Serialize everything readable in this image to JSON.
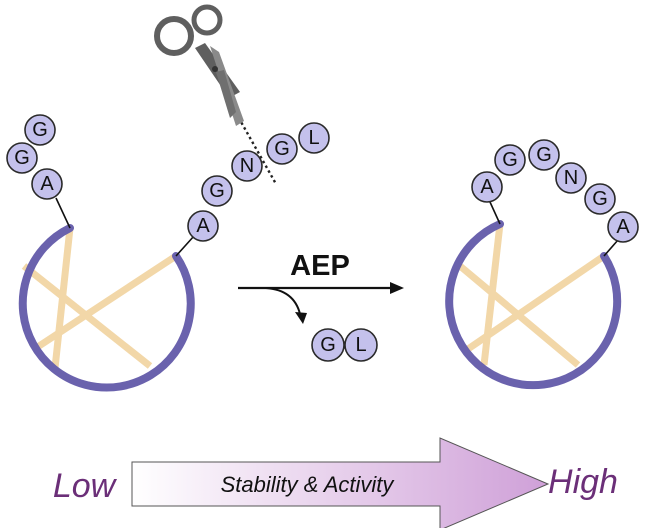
{
  "enzyme_label": "AEP",
  "cleaved_residues": [
    "G",
    "L"
  ],
  "left_peptide": {
    "n_terminal": [
      "G",
      "G",
      "A"
    ],
    "c_terminal": [
      "A",
      "G",
      "N",
      "G",
      "L"
    ]
  },
  "right_peptide": {
    "loop": [
      "A",
      "G",
      "G",
      "N",
      "G",
      "A"
    ]
  },
  "scale": {
    "low_label": "Low",
    "high_label": "High",
    "arrow_label": "Stability & Activity"
  },
  "colors": {
    "residue_fill": "#c4c1ec",
    "ring": "#6a62ad",
    "strut": "#f2d7a8",
    "scale_text": "#6b2f78",
    "arrow_gradient_end": "#cfa0d8"
  },
  "icons": [
    "scissors-icon"
  ]
}
